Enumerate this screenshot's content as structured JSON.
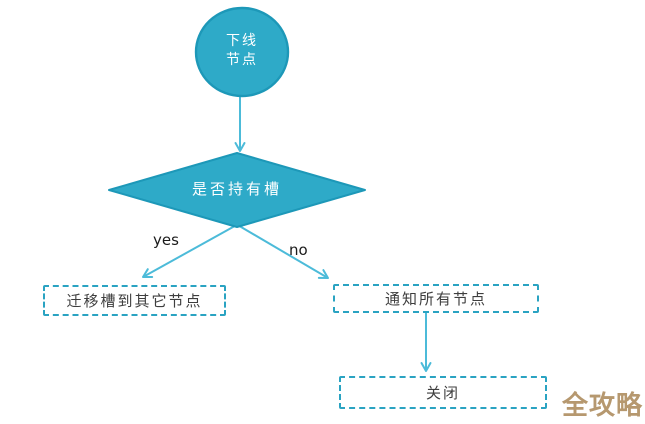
{
  "diagram": {
    "nodes": {
      "start": {
        "line1": "下线",
        "line2": "节点"
      },
      "decision": {
        "label": "是否持有槽"
      },
      "migrate": {
        "label": "迁移槽到其它节点"
      },
      "notify": {
        "label": "通知所有节点"
      },
      "close": {
        "label": "关闭"
      }
    },
    "edges": {
      "yes_label": "yes",
      "no_label": "no"
    }
  },
  "watermark": {
    "text": "全攻略",
    "color": "#b6986f"
  },
  "colors": {
    "shape_fill": "#2eaac8",
    "shape_stroke": "#1d98b8",
    "edge_line": "#4cbbd9",
    "dashed_border": "#2aa3c2",
    "box_text": "#3e3e3e",
    "edge_label_text": "#1b1b1b"
  }
}
